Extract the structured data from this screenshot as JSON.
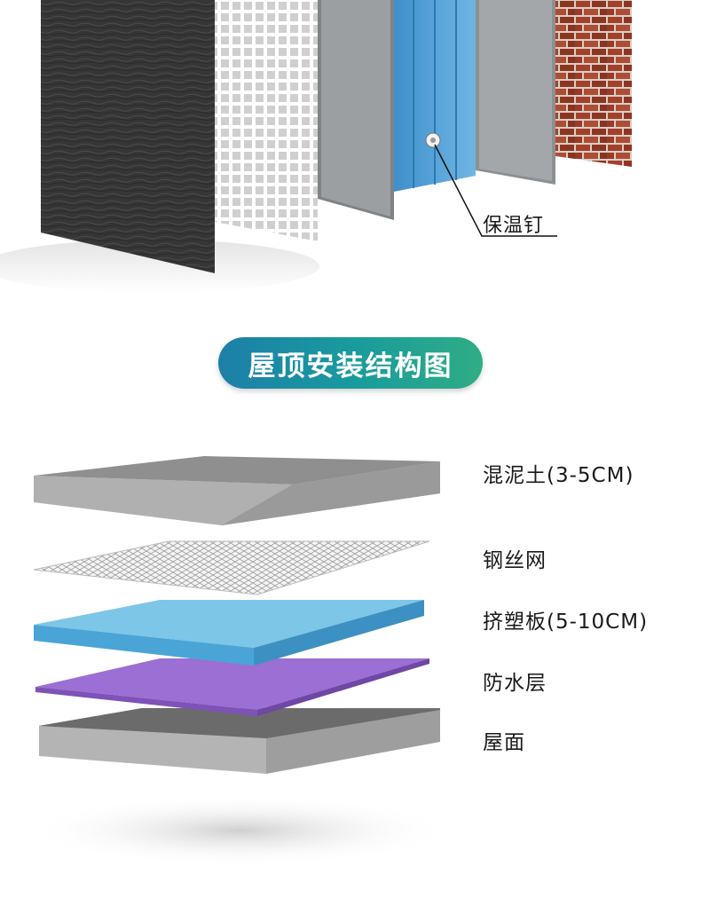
{
  "wall_section": {
    "nail_label": "保温钉"
  },
  "title": "屋顶安装结构图",
  "roof_layers": [
    {
      "label": "混泥土(3-5CM)"
    },
    {
      "label": "钢丝网"
    },
    {
      "label": "挤塑板(5-10CM)"
    },
    {
      "label": "防水层"
    },
    {
      "label": "屋面"
    }
  ],
  "colors": {
    "title_gradient_start": "#1d7fa9",
    "title_gradient_end": "#2fad84",
    "xps_board": "#6fc3e6",
    "waterproof_layer": "#a37ad6",
    "concrete": "#9a9a9a",
    "brick": "#a3402c"
  }
}
